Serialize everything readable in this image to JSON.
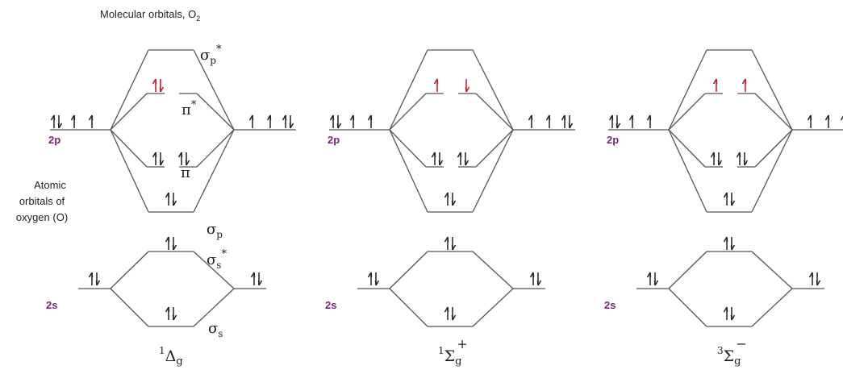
{
  "title": {
    "text": "Molecular orbitals, O",
    "sub": "2"
  },
  "side_label": [
    "Atomic",
    "orbitals of",
    "oxygen (O)"
  ],
  "colors": {
    "line": "#555555",
    "arrow": "#222222",
    "red_arrow": "#d0101a",
    "level_label": "#7a1f7d"
  },
  "panels": [
    {
      "id": "singlet-delta",
      "labels": {
        "twop": "2p",
        "twos": "2s",
        "sigma_p_star": "σp*",
        "pi_star": "π*",
        "pi": "π",
        "sigma_p": "σp",
        "sigma_s_star": "σs*",
        "sigma_s": "σs"
      },
      "state": {
        "mult": "1",
        "letter": "Δ",
        "sub": "g",
        "sup": ""
      },
      "electrons": {
        "left_2p": [
          "pair",
          "up",
          "up"
        ],
        "right_2p": [
          "up",
          "up",
          "pair"
        ],
        "pi_star": [
          "pair-red",
          "empty"
        ],
        "pi": [
          "pair",
          "pair"
        ],
        "sigma_p": "pair",
        "left_2s": "pair",
        "right_2s": "pair",
        "sigma_s_star": "pair",
        "sigma_s": "pair"
      }
    },
    {
      "id": "singlet-sigma",
      "labels": {
        "twop": "2p",
        "twos": "2s"
      },
      "state": {
        "mult": "1",
        "letter": "Σ",
        "sub": "g",
        "sup": "+"
      },
      "electrons": {
        "left_2p": [
          "pair",
          "up",
          "up"
        ],
        "right_2p": [
          "up",
          "up",
          "pair"
        ],
        "pi_star": [
          "up-red",
          "down-red"
        ],
        "pi": [
          "pair",
          "pair"
        ],
        "sigma_p": "pair",
        "left_2s": "pair",
        "right_2s": "pair",
        "sigma_s_star": "pair",
        "sigma_s": "pair"
      }
    },
    {
      "id": "triplet-sigma",
      "labels": {
        "twop": "2p",
        "twos": "2s"
      },
      "state": {
        "mult": "3",
        "letter": "Σ",
        "sub": "g",
        "sup": "−"
      },
      "electrons": {
        "left_2p": [
          "pair",
          "up",
          "up"
        ],
        "right_2p": [
          "up",
          "up",
          "pair"
        ],
        "pi_star": [
          "up-red",
          "up-red"
        ],
        "pi": [
          "pair",
          "pair"
        ],
        "sigma_p": "pair",
        "left_2s": "pair",
        "right_2s": "pair",
        "sigma_s_star": "pair",
        "sigma_s": "pair"
      }
    }
  ]
}
